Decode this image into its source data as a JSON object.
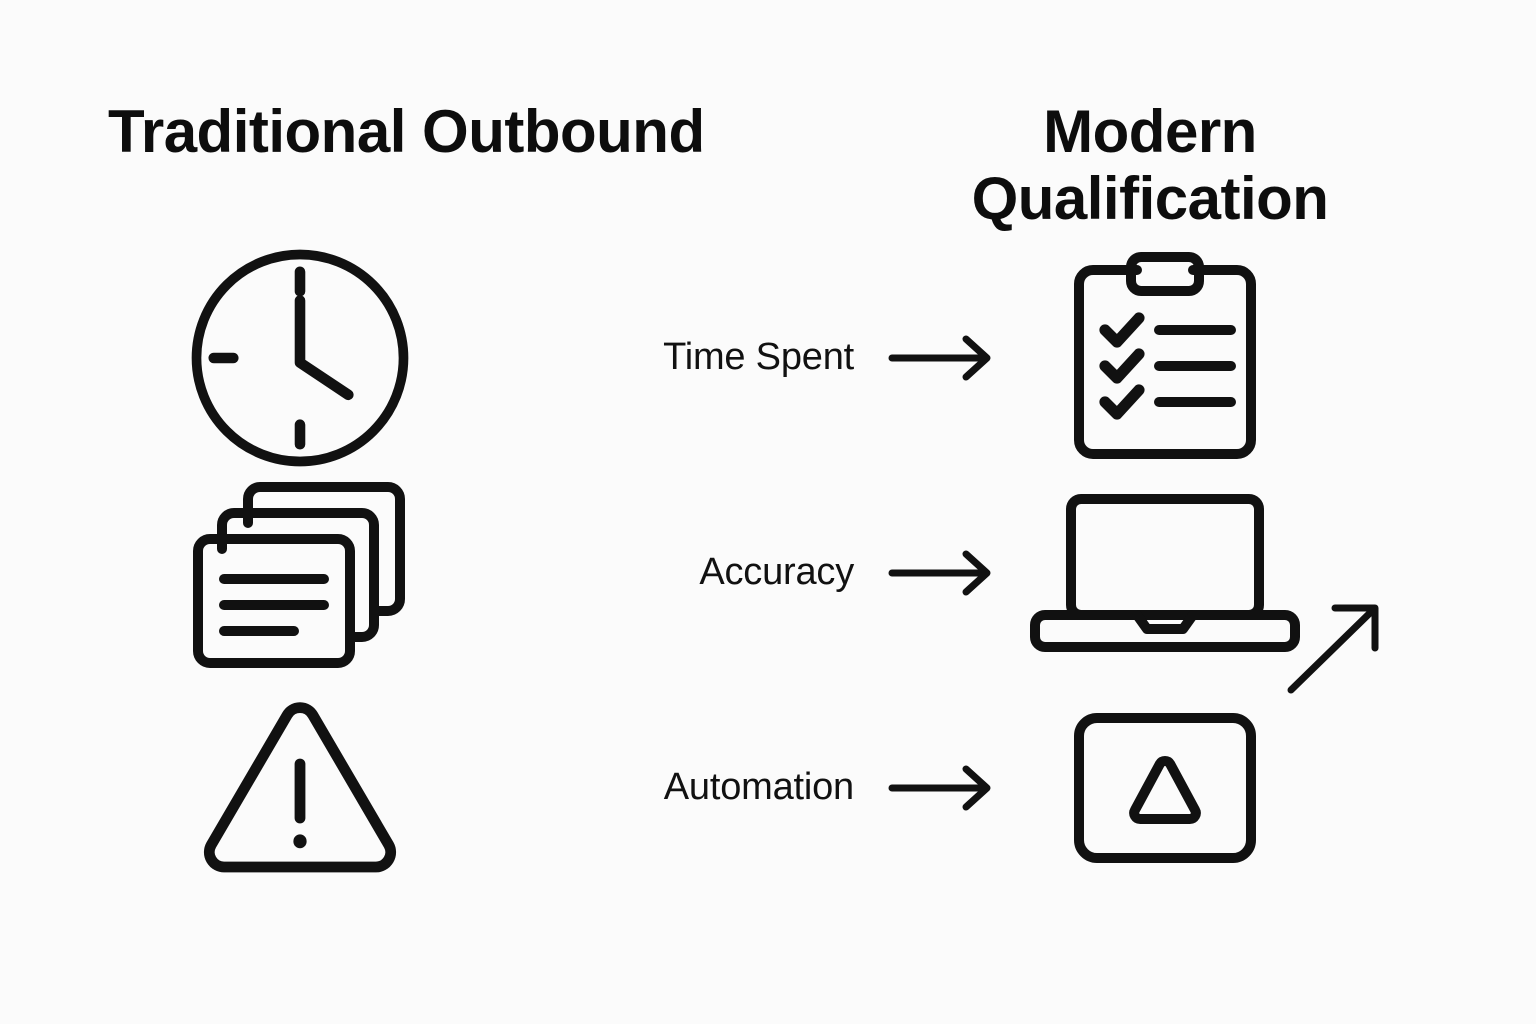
{
  "background_color": "#fbfbfb",
  "stroke_color": "#111111",
  "headings": {
    "left": "Traditional Outbound",
    "right": "Modern\nQualification"
  },
  "comparison_rows": [
    {
      "label": "Time Spent",
      "arrow": "arrow-right-icon",
      "left_icon": "clock-icon",
      "right_icon": "clipboard-checklist-icon"
    },
    {
      "label": "Accuracy",
      "arrow": "arrow-right-icon",
      "left_icon": "stacked-documents-icon",
      "right_icon": "laptop-icon",
      "extra_icon": "trending-up-arrow-icon"
    },
    {
      "label": "Automation",
      "arrow": "arrow-right-icon",
      "left_icon": "warning-triangle-icon",
      "right_icon": "play-card-icon"
    }
  ],
  "icons": {
    "clock": "clock-icon",
    "documents": "stacked-documents-icon",
    "warning": "warning-triangle-icon",
    "clipboard": "clipboard-checklist-icon",
    "laptop": "laptop-icon",
    "play_card": "play-card-icon",
    "trend": "trending-up-arrow-icon",
    "arrow": "arrow-right-icon"
  }
}
